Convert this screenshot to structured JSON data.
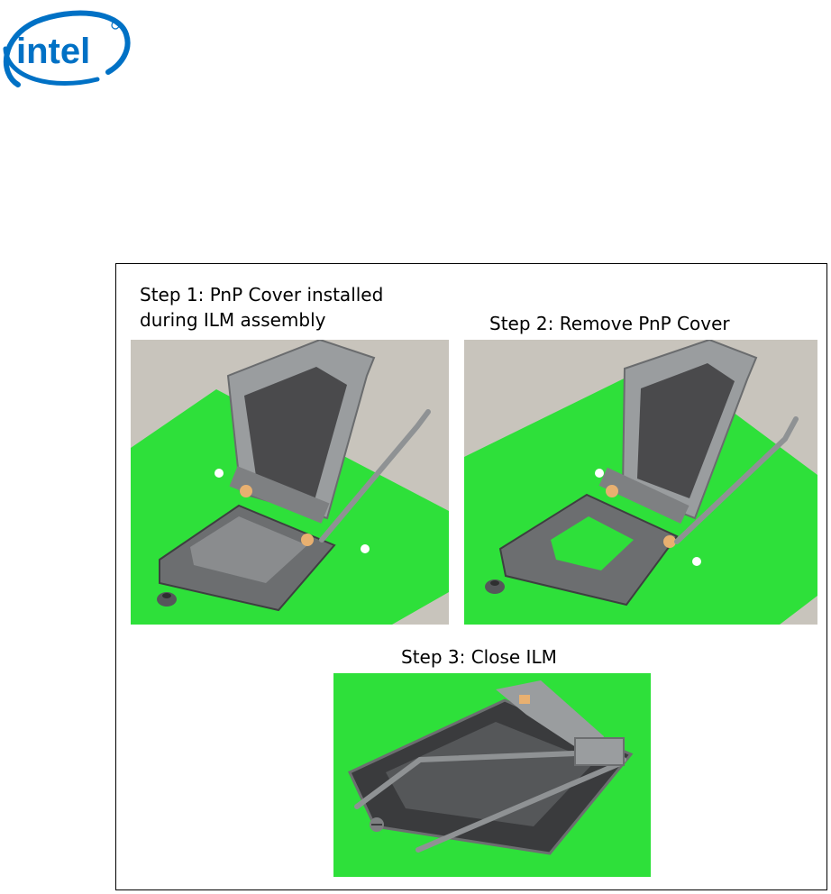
{
  "brand": {
    "logo_text": "intel",
    "logo_color": "#0071c5",
    "logo_icon": "intel-logo-icon"
  },
  "figure": {
    "steps": [
      {
        "caption": "Step 1: PnP Cover installed\nduring ILM assembly"
      },
      {
        "caption": "Step 2: Remove PnP Cover"
      },
      {
        "caption": "Step 3: Close ILM"
      }
    ]
  },
  "colors": {
    "board_green": "#2ee03a",
    "backdrop_gray": "#c8c4bc",
    "metal_gray": "#9a9d9f",
    "dark_gray": "#4a4a4c",
    "screw_orange": "#e8b070"
  }
}
